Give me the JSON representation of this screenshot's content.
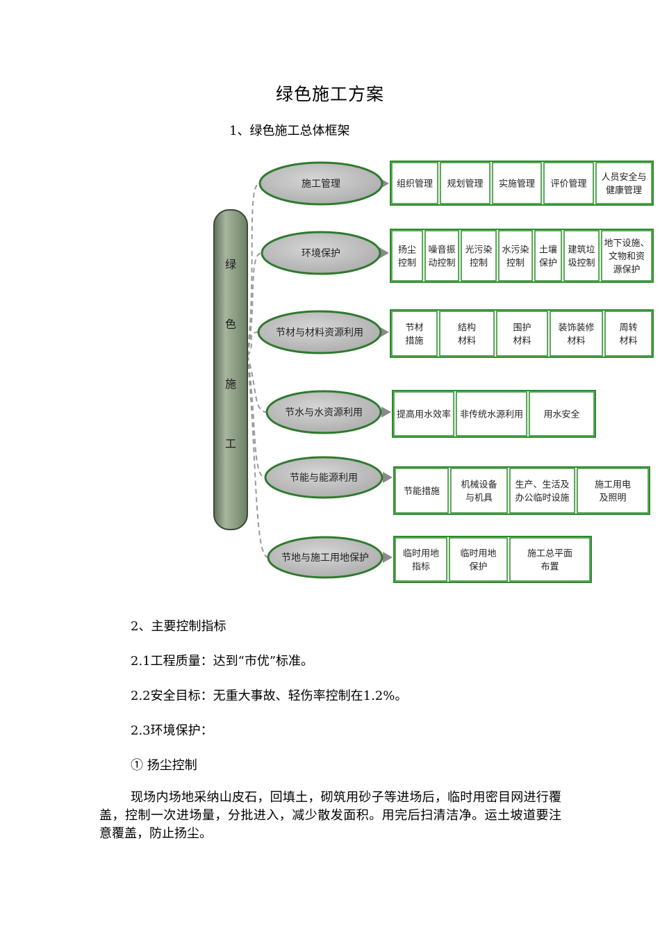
{
  "doc": {
    "title": "绿色施工方案",
    "section1": "1、绿色施工总体框架",
    "section2": "2、主要控制指标",
    "item21": "2.1工程质量：达到“市优”标准。",
    "item22": "2.2安全目标：无重大事故、轻伤率控制在1.2%。",
    "item23": "2.3环境保护：",
    "item_dust": "① 扬尘控制",
    "paragraph": "现场内场地采纳山皮石，回填土，砌筑用砂子等进场后，临时用密目网进行覆盖，控制一次进场量，分批进入，减少散发面积。用完后扫清洁净。运土坡道要注意覆盖，防止扬尘。"
  },
  "diagram": {
    "root_label": [
      "绿",
      "色",
      "施",
      "工"
    ],
    "colors": {
      "root_fill": "#7f9478",
      "node_fill": "#bfbfbf",
      "box_border": "#2e8b2e",
      "box_fill": "#e6f5e1",
      "connector": "#999999"
    },
    "branches": [
      {
        "label": "施工管理",
        "items": [
          "组织管理",
          "规划管理",
          "实施管理",
          "评价管理",
          "人员安全与\n健康管理"
        ]
      },
      {
        "label": "环境保护",
        "items": [
          "扬尘\n控制",
          "噪音振\n动控制",
          "光污染\n控制",
          "水污染\n控制",
          "土壤\n保护",
          "建筑垃\n圾控制",
          "地下设施、\n文物和资\n源保护"
        ]
      },
      {
        "label": "节材与材料资源利用",
        "items": [
          "节材\n措施",
          "结构\n材料",
          "围护\n材料",
          "装饰装修\n材料",
          "周转\n材料"
        ]
      },
      {
        "label": "节水与水资源利用",
        "items": [
          "提高用水效率",
          "非传统水源利用",
          "用水安全"
        ]
      },
      {
        "label": "节能与能源利用",
        "items": [
          "节能措施",
          "机械设备\n与机具",
          "生产、生活及\n办公临时设施",
          "施工用电\n及照明"
        ]
      },
      {
        "label": "节地与施工用地保护",
        "items": [
          "临时用地\n指标",
          "临时用地\n保护",
          "施工总平面\n布置"
        ]
      }
    ]
  }
}
